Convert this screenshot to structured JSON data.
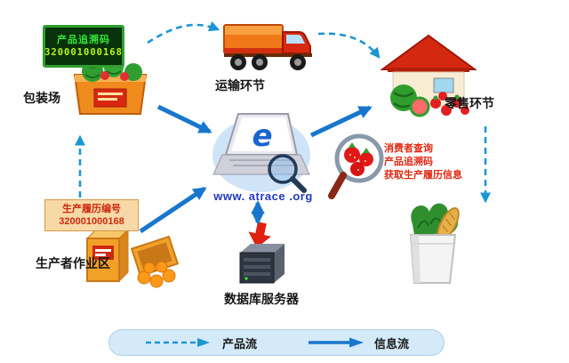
{
  "nodes": {
    "trace_display": {
      "title": "产品追溯码",
      "code": "320001000168"
    },
    "packing_label": "包装场",
    "transport_label": "运输环节",
    "retail_label": "零售环节",
    "portal_url": "www. atrace .org",
    "consumer_query": {
      "line1": "消费者查询",
      "line2": "产品追溯码",
      "line3": "获取生产履历信息"
    },
    "history_box": {
      "title": "生产履历编号",
      "code": "320001000168"
    },
    "producer_label": "生产者作业区",
    "database_label": "数据库服务器"
  },
  "legend": {
    "product_flow": "产品流",
    "info_flow": "信息流"
  },
  "colors": {
    "solid_arrow_blue": "#1877cc",
    "dashed_arrow_blue": "#1b96d4",
    "led_text_green": "#35e83a",
    "red_accent_text": "#e02810",
    "legend_background": "#d4eaf8",
    "url_blue": "#2238c0"
  }
}
